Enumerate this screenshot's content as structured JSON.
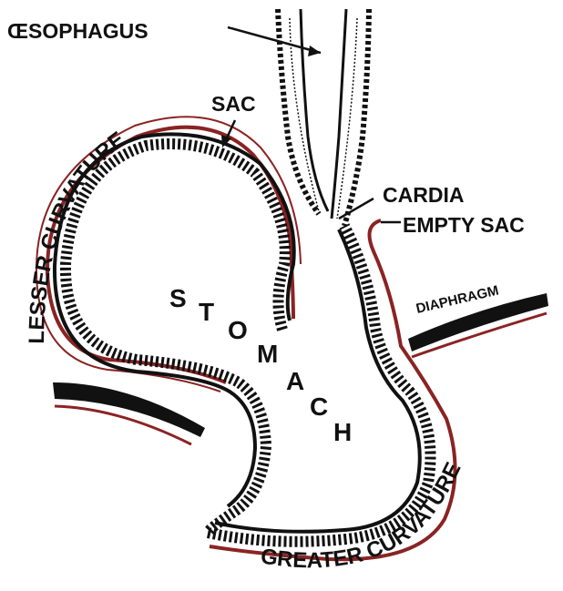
{
  "labels": {
    "oesophagus": "ŒSOPHAGUS",
    "sac": "SAC",
    "lesser_curvature": "LESSER CURVATURE",
    "cardia": "CARDIA",
    "empty_sac": "EMPTY SAC",
    "diaphragm": "DIAPHRAGM",
    "stomach_letters": [
      "S",
      "T",
      "O",
      "M",
      "A",
      "C",
      "H"
    ],
    "greater_curvature": "GREATER CURVATURE"
  },
  "colors": {
    "ink": "#111111",
    "peritoneum": "#8b2323",
    "background": "#ffffff"
  }
}
